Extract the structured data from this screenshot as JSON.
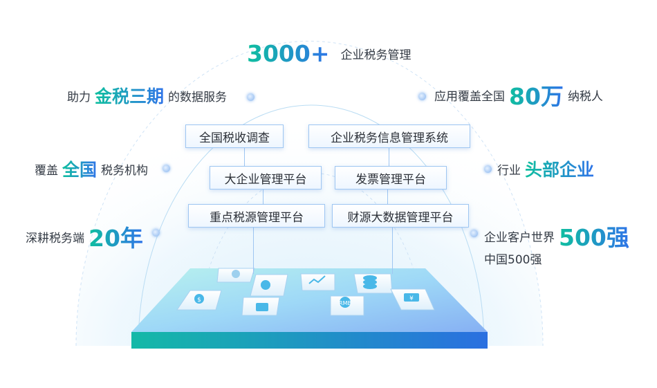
{
  "headline": {
    "value": "3000+",
    "label": "企业税务管理"
  },
  "left_stats": [
    {
      "prefix": "助力",
      "highlight": "金税三期",
      "suffix": "的数据服务"
    },
    {
      "prefix": "覆盖",
      "highlight": "全国",
      "suffix": "税务机构"
    },
    {
      "prefix": "深耕税务端",
      "highlight": "20年",
      "suffix": ""
    }
  ],
  "right_stats": [
    {
      "prefix": "应用覆盖全国",
      "highlight": "80万",
      "suffix": "纳税人"
    },
    {
      "prefix": "行业",
      "highlight": "头部企业",
      "suffix": ""
    },
    {
      "prefix": "企业客户世界",
      "highlight": "500强",
      "suffix": "",
      "line2": "中国500强"
    }
  ],
  "systems": [
    "全国税收调查",
    "企业税务信息管理系统",
    "大企业管理平台",
    "发票管理平台",
    "重点税源管理平台",
    "财源大数据管理平台"
  ],
  "platform_icons": [
    "money-bag-icon",
    "coin-stack-icon",
    "yen-icon",
    "rmb-coin-icon",
    "chart-icon",
    "rocket-icon",
    "yen-note-icon",
    "gear-icon"
  ],
  "colors": {
    "accent_teal": "#0fbf9f",
    "accent_blue": "#2f74e8",
    "platform_edge": "#1f8fd8"
  }
}
